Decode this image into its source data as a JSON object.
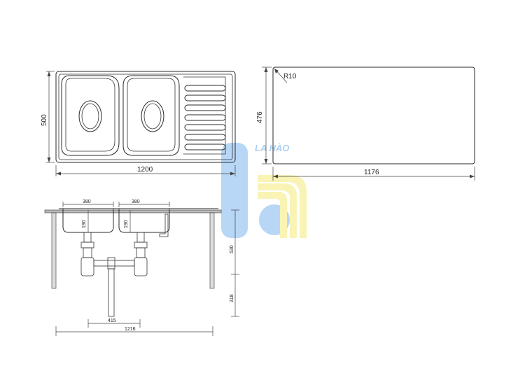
{
  "top_view": {
    "width_label": "1200",
    "height_label": "500"
  },
  "cutout": {
    "width_label": "1176",
    "height_label": "476",
    "radius_label": "R10"
  },
  "side_view": {
    "bowl_width_left": "380",
    "bowl_width_right": "380",
    "bowl_depth_left": "190",
    "bowl_depth_right": "190",
    "cabinet_height": "530",
    "drain_height": "318",
    "drain_spacing": "415",
    "overall_width": "1216"
  },
  "watermark": {
    "brand_text": "LA HÀO",
    "color_blue": "#3a8ee6",
    "color_yellow": "#f5e64a"
  }
}
